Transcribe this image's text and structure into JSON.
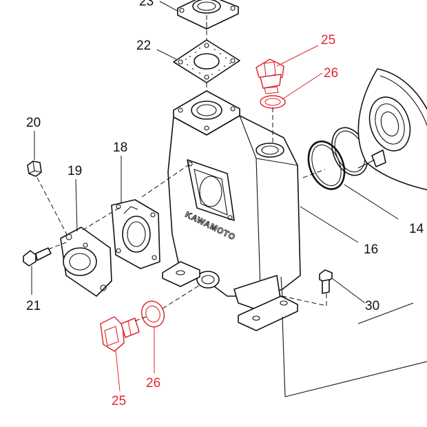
{
  "brand_text": "KAWAMOTO",
  "colors": {
    "line": "#111111",
    "highlight": "#e0262a",
    "background": "#ffffff"
  },
  "callouts": [
    {
      "id": "23",
      "text": "23",
      "highlight": false
    },
    {
      "id": "22",
      "text": "22",
      "highlight": false
    },
    {
      "id": "25-top",
      "text": "25",
      "highlight": true
    },
    {
      "id": "26-top",
      "text": "26",
      "highlight": true
    },
    {
      "id": "20",
      "text": "20",
      "highlight": false
    },
    {
      "id": "18",
      "text": "18",
      "highlight": false
    },
    {
      "id": "19",
      "text": "19",
      "highlight": false
    },
    {
      "id": "14",
      "text": "14",
      "highlight": false
    },
    {
      "id": "16",
      "text": "16",
      "highlight": false
    },
    {
      "id": "21",
      "text": "21",
      "highlight": false
    },
    {
      "id": "30",
      "text": "30",
      "highlight": false
    },
    {
      "id": "26-bottom",
      "text": "26",
      "highlight": true
    },
    {
      "id": "25-bottom",
      "text": "25",
      "highlight": true
    }
  ]
}
